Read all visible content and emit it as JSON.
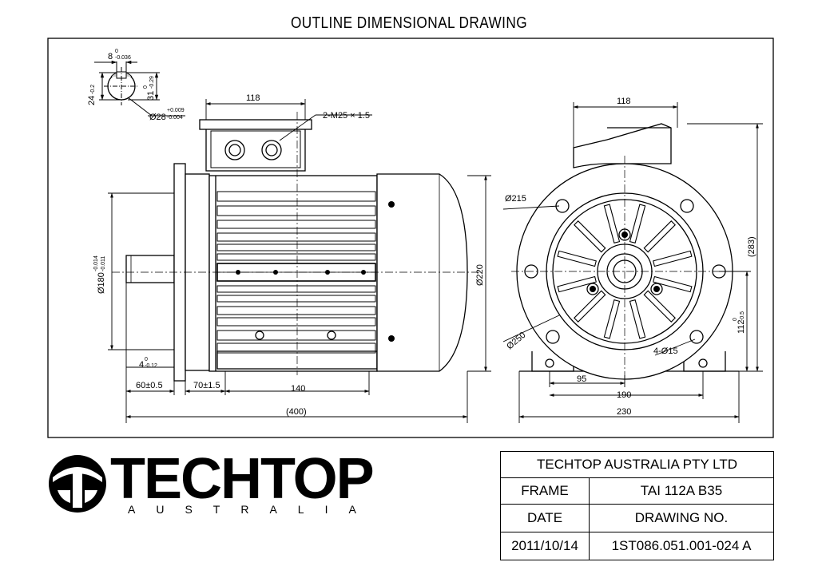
{
  "title": "OUTLINE DIMENSIONAL DRAWING",
  "dimensions": {
    "key_width": "8",
    "key_width_tol_upper": "0",
    "key_width_tol_lower": "-0.036",
    "key_depth": "24",
    "key_depth_tol": "-0.2",
    "shaft_key_height": "31",
    "shaft_key_height_tol_upper": "0",
    "shaft_key_height_tol_lower": "-0.29",
    "shaft_diameter": "Ø28",
    "shaft_diameter_tol_upper": "+0.009",
    "shaft_diameter_tol_lower": "-0.004",
    "terminal_box_width_side": "118",
    "cable_gland": "2-M25 × 1.5",
    "flange_spigot": "Ø180",
    "flange_spigot_tol_upper": "-0.014",
    "flange_spigot_tol_lower": "-0.011",
    "body_diameter": "Ø220",
    "spigot_depth": "4",
    "spigot_depth_tol": "-0.12",
    "shaft_length": "60±0.5",
    "flange_to_foot": "70±1.5",
    "foot_hole_spacing_axial": "140",
    "overall_length": "(400)",
    "terminal_box_width_front": "118",
    "pcd_small": "Ø215",
    "pcd_large": "Ø250",
    "overall_height": "(283)",
    "shaft_height": "112",
    "shaft_height_tol_upper": "0",
    "shaft_height_tol_lower": "-0.5",
    "foot_holes": "4-Ø15",
    "half_foot_spacing": "95",
    "foot_hole_spacing": "190",
    "foot_width": "230"
  },
  "logo": {
    "name": "TECHTOP",
    "sub": "AUSTRALIA"
  },
  "title_block": {
    "company": "TECHTOP AUSTRALIA PTY LTD",
    "frame_label": "FRAME",
    "frame_value": "TAI 112A B35",
    "date_label": "DATE",
    "drawing_no_label": "DRAWING NO.",
    "date_value": "2011/10/14",
    "drawing_no_value": "1ST086.051.001-024 A"
  }
}
